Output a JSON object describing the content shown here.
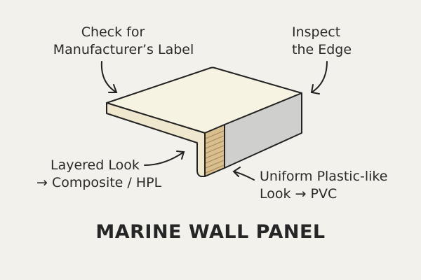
{
  "labels": {
    "manufacturer": {
      "line1": "Check for",
      "line2": "Manufacturer’s Label"
    },
    "edge": {
      "line1": "Inspect",
      "line2": "the Edge"
    },
    "layered": {
      "line1": "Layered Look",
      "line2": "→ Composite / HPL"
    },
    "uniform": {
      "line1": "Uniform Plastic-like",
      "line2": "Look → PVC"
    }
  },
  "title": "MARINE WALL PANEL",
  "colors": {
    "background": "#f3f1eb",
    "panel_top": "#f7f3e2",
    "panel_edge": "#efe8cf",
    "core": "#d9bf8e",
    "side": "#cfcfcd",
    "stroke": "#222222"
  }
}
